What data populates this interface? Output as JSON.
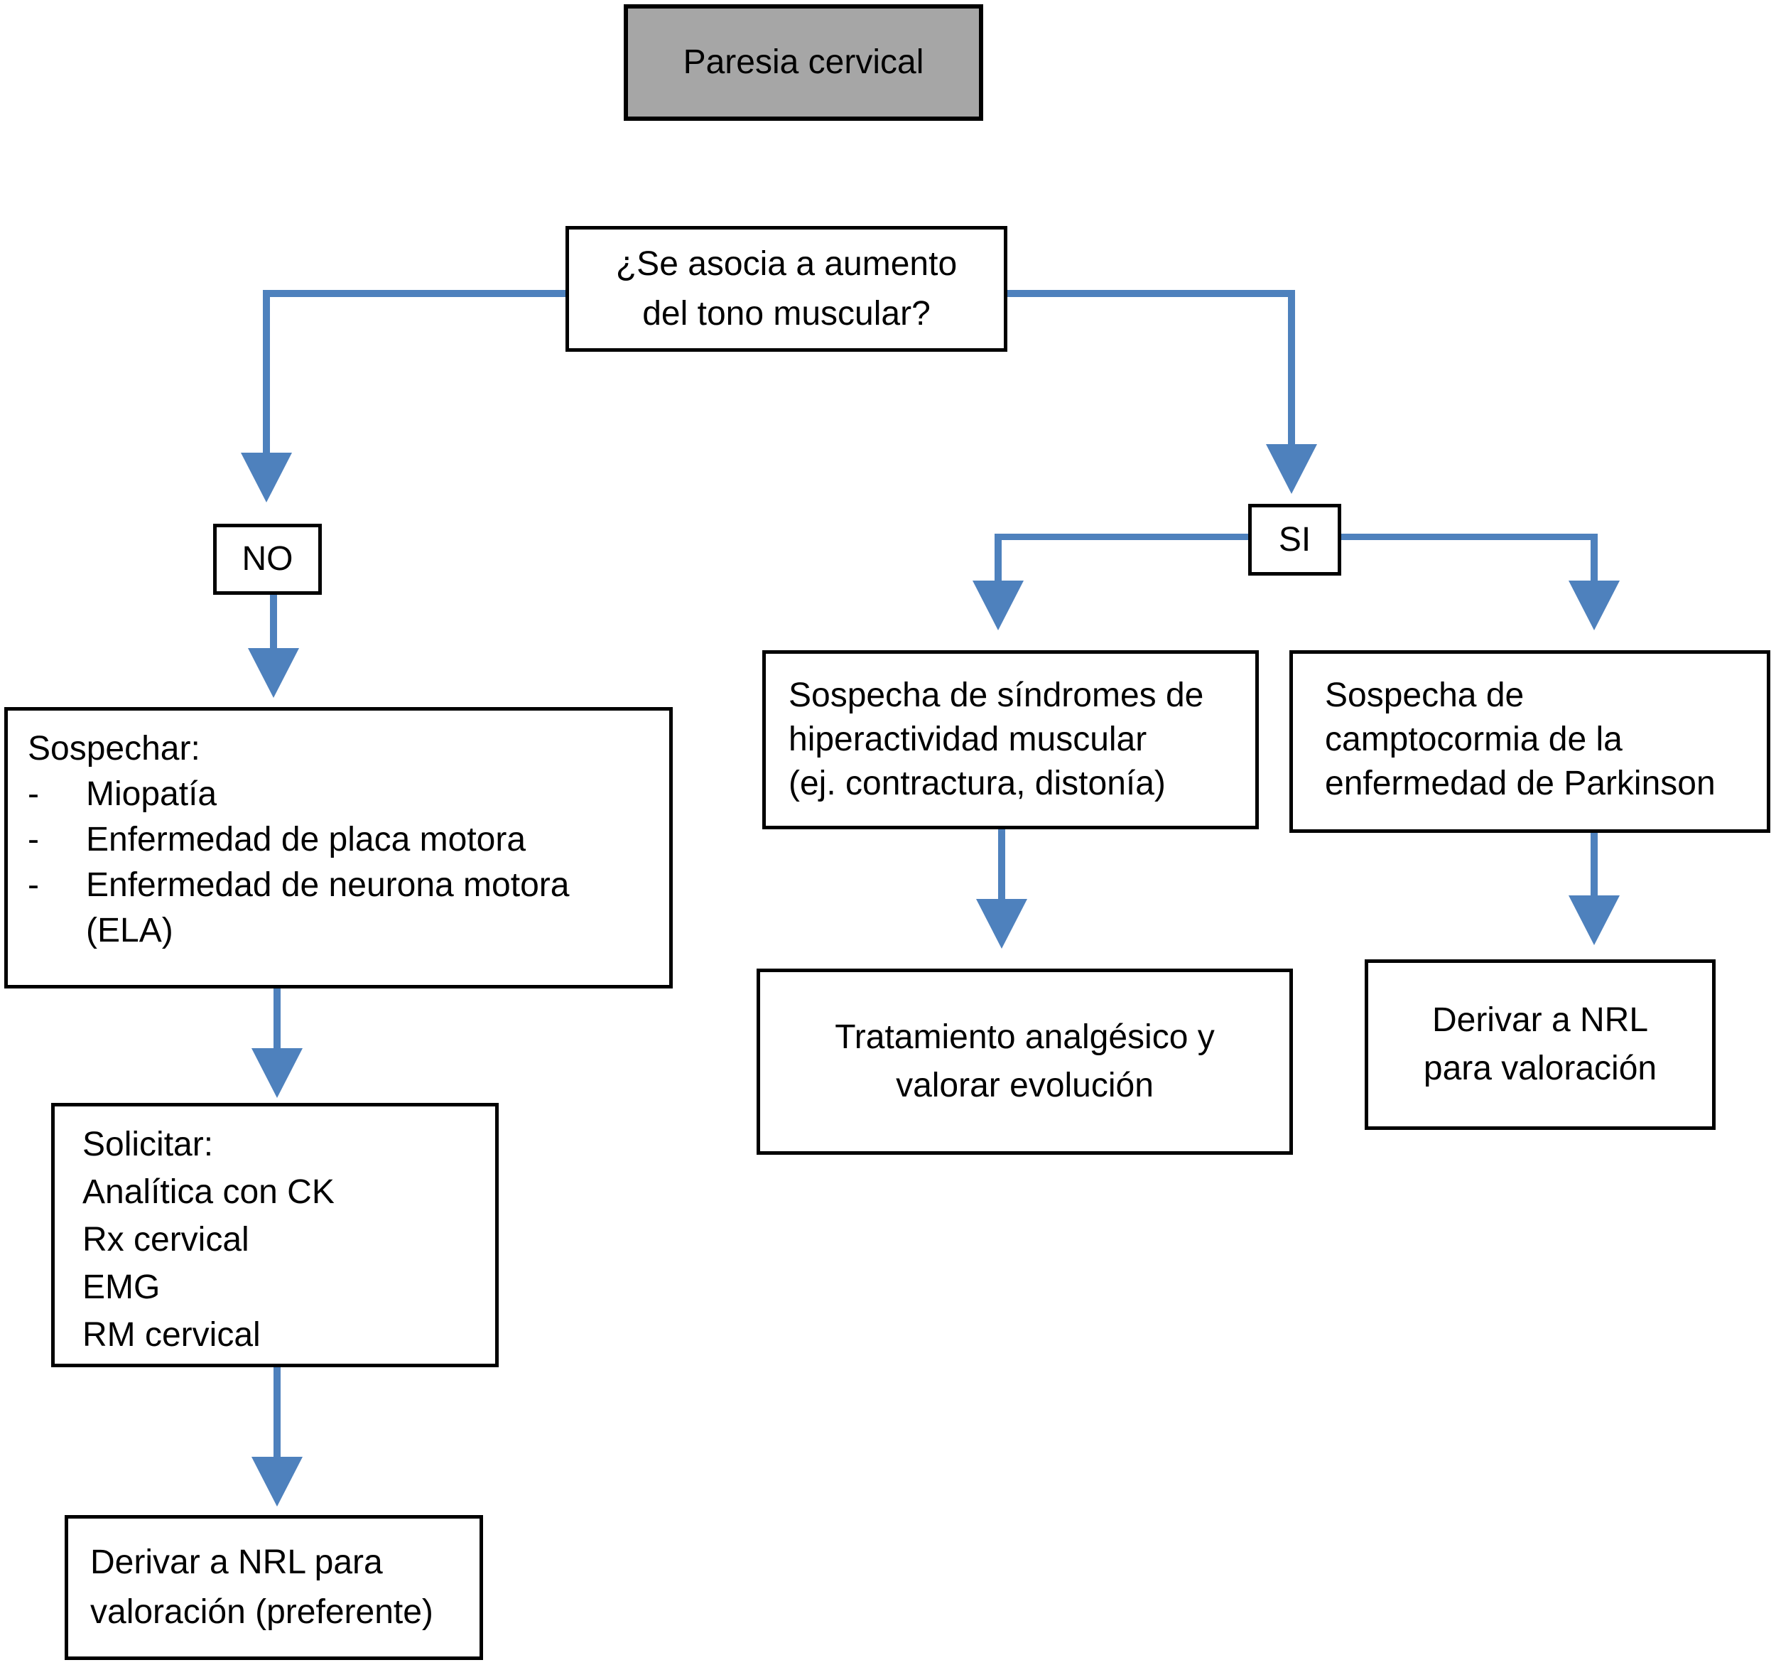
{
  "colors": {
    "accent_blue": "#4E81BD",
    "root_node_fill": "#A6A6A6",
    "node_border": "#000000",
    "background": "#FFFFFF"
  },
  "flowchart": {
    "root": {
      "label": "Paresia cervical"
    },
    "question": {
      "lines": [
        "¿Se asocia a aumento",
        "del tono muscular?"
      ]
    },
    "no_branch": {
      "label": "NO",
      "suspect": {
        "heading": "Sospechar:",
        "dash": "-",
        "bullets": [
          "Miopatía",
          "Enfermedad de placa motora",
          "Enfermedad de neurona motora"
        ],
        "bullet_continuation": "(ELA)"
      },
      "request": {
        "heading": "Solicitar:",
        "items": [
          "Analítica con CK",
          "Rx cervical",
          "EMG",
          "RM cervical"
        ]
      },
      "refer": {
        "lines": [
          "Derivar a NRL para",
          "valoración (preferente)"
        ]
      }
    },
    "yes_branch": {
      "label": "SI",
      "hyperactivity": {
        "lines": [
          "Sospecha de síndromes de",
          "hiperactividad muscular",
          "(ej. contractura, distonía)"
        ]
      },
      "camptocormia": {
        "lines": [
          "Sospecha de",
          "camptocormia de la",
          "enfermedad de Parkinson"
        ]
      },
      "treatment": {
        "lines": [
          "Tratamiento analgésico y",
          "valorar evolución"
        ]
      },
      "refer": {
        "lines": [
          "Derivar a NRL",
          "para valoración"
        ]
      }
    }
  }
}
